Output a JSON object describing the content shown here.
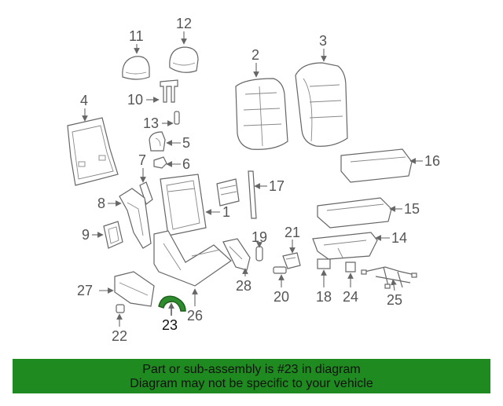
{
  "diagram": {
    "labels": {
      "l1": "1",
      "l2": "2",
      "l3": "3",
      "l4": "4",
      "l5": "5",
      "l6": "6",
      "l7": "7",
      "l8": "8",
      "l9": "9",
      "l10": "10",
      "l11": "11",
      "l12": "12",
      "l13": "13",
      "l14": "14",
      "l15": "15",
      "l16": "16",
      "l17": "17",
      "l18": "18",
      "l19": "19",
      "l20": "20",
      "l21": "21",
      "l22": "22",
      "l23": "23",
      "l24": "24",
      "l25": "25",
      "l26": "26",
      "l27": "27",
      "l28": "28"
    },
    "highlight_part": "23",
    "colors": {
      "highlight": "#2e8b2e",
      "line": "#666666",
      "banner_bg": "#1f8a1f",
      "label_text": "#555555"
    }
  },
  "banner": {
    "line1": "Part or sub-assembly is #23 in diagram",
    "line2": "Diagram may not be specific to your vehicle"
  }
}
